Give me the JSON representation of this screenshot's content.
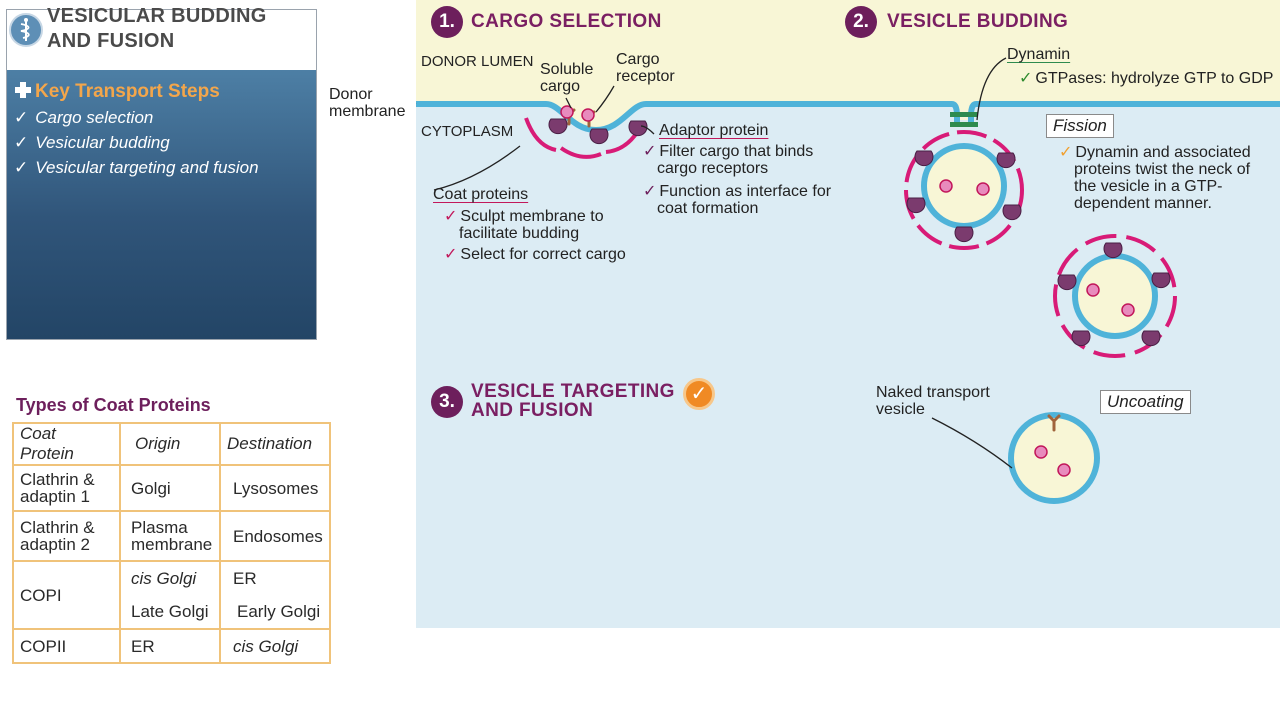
{
  "title": {
    "line1": "VESICULAR BUDDING",
    "line2": "AND FUSION"
  },
  "steps": {
    "heading": "Key Transport Steps",
    "items": [
      "Cargo selection",
      "Vesicular budding",
      "Vesicular targeting and fusion"
    ]
  },
  "coat_table": {
    "title": "Types of Coat Proteins",
    "headers": [
      "Coat Protein",
      "Origin",
      "Destination"
    ],
    "rows": {
      "clathrin1": {
        "protein": [
          "Clathrin &",
          "adaptin 1"
        ],
        "origin": "Golgi",
        "destination": "Lysosomes"
      },
      "clathrin2": {
        "protein": [
          "Clathrin &",
          "adaptin 2"
        ],
        "origin": [
          "Plasma",
          "membrane"
        ],
        "destination": "Endosomes"
      },
      "copi": {
        "protein": "COPI",
        "origin_a": "cis Golgi",
        "destination_a": "ER",
        "origin_b": "Late Golgi",
        "destination_b": "Early Golgi"
      },
      "copii": {
        "protein": "COPII",
        "origin": "ER",
        "destination": "cis Golgi"
      }
    }
  },
  "sections": {
    "s1": {
      "number": "1.",
      "title": "CARGO SELECTION"
    },
    "s2": {
      "number": "2.",
      "title": "VESICLE BUDDING"
    },
    "s3": {
      "number": "3.",
      "title_line1": "VESICLE TARGETING",
      "title_line2": "AND FUSION"
    }
  },
  "labels": {
    "donor_lumen": "DONOR LUMEN",
    "cytoplasm": "CYTOPLASM",
    "donor_membrane": [
      "Donor",
      "membrane"
    ],
    "soluble_cargo": [
      "Soluble",
      "cargo"
    ],
    "cargo_receptor": [
      "Cargo",
      "receptor"
    ],
    "adaptor_protein": "Adaptor protein",
    "adaptor_notes": [
      [
        "Filter cargo that binds",
        "cargo receptors"
      ],
      [
        "Function as interface for",
        "coat formation"
      ]
    ],
    "coat_proteins": "Coat proteins",
    "coat_notes": [
      [
        "Sculpt membrane to",
        "facilitate budding"
      ],
      [
        "Select for correct cargo"
      ]
    ],
    "dynamin": "Dynamin",
    "dynamin_note": "GTPases: hydrolyze GTP to GDP",
    "fission": "Fission",
    "fission_note": [
      "Dynamin and associated",
      "proteins twist the neck of",
      "the vesicle in a GTP-",
      "dependent manner."
    ],
    "naked_vesicle": [
      "Naked transport",
      "vesicle"
    ],
    "uncoating": "Uncoating"
  },
  "colors": {
    "accent": "#6d1f5c",
    "coat": "#d81b77",
    "adaptor": "#7b3b6e",
    "membrane": "#4fb3d9",
    "lumen": "#f8f6d6",
    "cytoplasm": "#dcecf4",
    "steps_panel": "#30557a",
    "steps_heading": "#f3a64b",
    "table_border": "#f0c37a"
  }
}
